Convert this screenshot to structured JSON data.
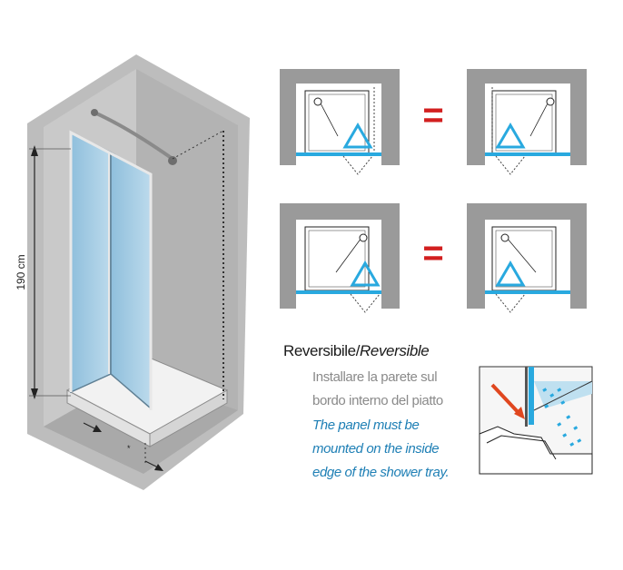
{
  "dimension": {
    "height_label": "190 cm"
  },
  "reversible": {
    "it": "Reversibile",
    "separator": "/",
    "en": "Reversible"
  },
  "instructions": {
    "it_lines": [
      "Installare la parete sul",
      "bordo interno del piatto"
    ],
    "en_lines": [
      "The panel must be",
      "mounted on the inside",
      "edge of the shower tray."
    ]
  },
  "equals": [
    "=",
    "="
  ],
  "colors": {
    "panel_blue": "#29a9df",
    "equals_red": "#d21f1f",
    "wall_gray": "#9a9a9a",
    "text_blue": "#1e7fb5"
  }
}
